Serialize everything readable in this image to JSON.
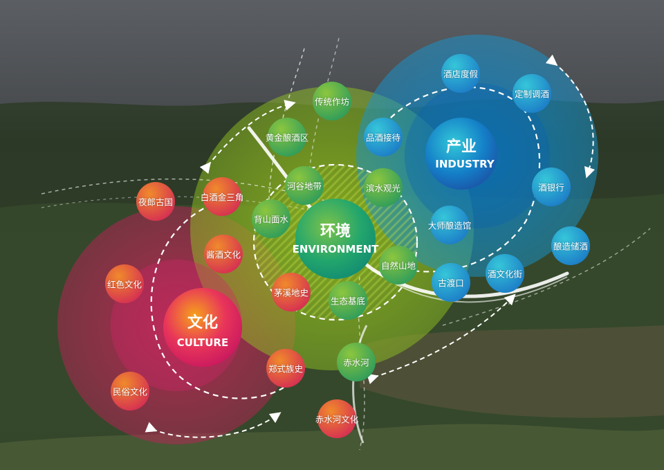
{
  "hubs": {
    "culture": {
      "cn": "文化",
      "en": "CULTURE"
    },
    "environment": {
      "cn": "环境",
      "en": "ENVIRONMENT"
    },
    "industry": {
      "cn": "产业",
      "en": "INDUSTRY"
    }
  },
  "nodes": {
    "yelang": "夜郎古国",
    "baijiu": "白酒金三角",
    "jiangjiu": "酱酒文化",
    "hongse": "红色文化",
    "maoxi": "茅溪地史",
    "zhengshi": "郑式族史",
    "minsu": "民俗文化",
    "chishuihe_culture": "赤水河文化",
    "chuantong": "传统作坊",
    "huangjin": "黄金酿酒区",
    "hegu": "河谷地带",
    "beishan": "背山面水",
    "binshui": "滨水观光",
    "ziran": "自然山地",
    "shengtai": "生态基底",
    "chishuihe": "赤水河",
    "pinjiu": "品酒接待",
    "jiudian": "酒店度假",
    "dingzhi": "定制调酒",
    "jiuyinhang": "酒银行",
    "dashi": "大师酿造馆",
    "niangzao": "酿造储酒",
    "gudukou": "古渡口",
    "jiuwenhua": "酒文化街"
  },
  "colors": {
    "culture": "#d3246a",
    "environment": "#8fc31f",
    "industry": "#0a8fd0",
    "node_culture": "#e04a3a",
    "node_env": "#3aa64a",
    "node_ind": "#1aa0d8"
  }
}
